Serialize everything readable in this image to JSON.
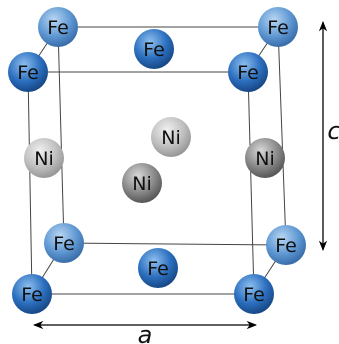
{
  "atoms": {
    "fe_back_top_left": "Fe",
    "fe_back_top_right": "Fe",
    "fe_back_bottom_left": "Fe",
    "fe_back_bottom_right": "Fe",
    "fe_front_top_left": "Fe",
    "fe_front_top_right": "Fe",
    "fe_front_bottom_left": "Fe",
    "fe_front_bottom_right": "Fe",
    "fe_top_face": "Fe",
    "fe_bottom_face": "Fe",
    "ni_left_face": "Ni",
    "ni_right_face": "Ni",
    "ni_center_back": "Ni",
    "ni_center_front": "Ni"
  },
  "axes": {
    "a": "a",
    "c": "c"
  },
  "colors": {
    "fe_front": "#1f62b0",
    "fe_back": "#5a94d0",
    "ni_front": "#7d7d7d",
    "ni_back": "#b5b5b5"
  }
}
